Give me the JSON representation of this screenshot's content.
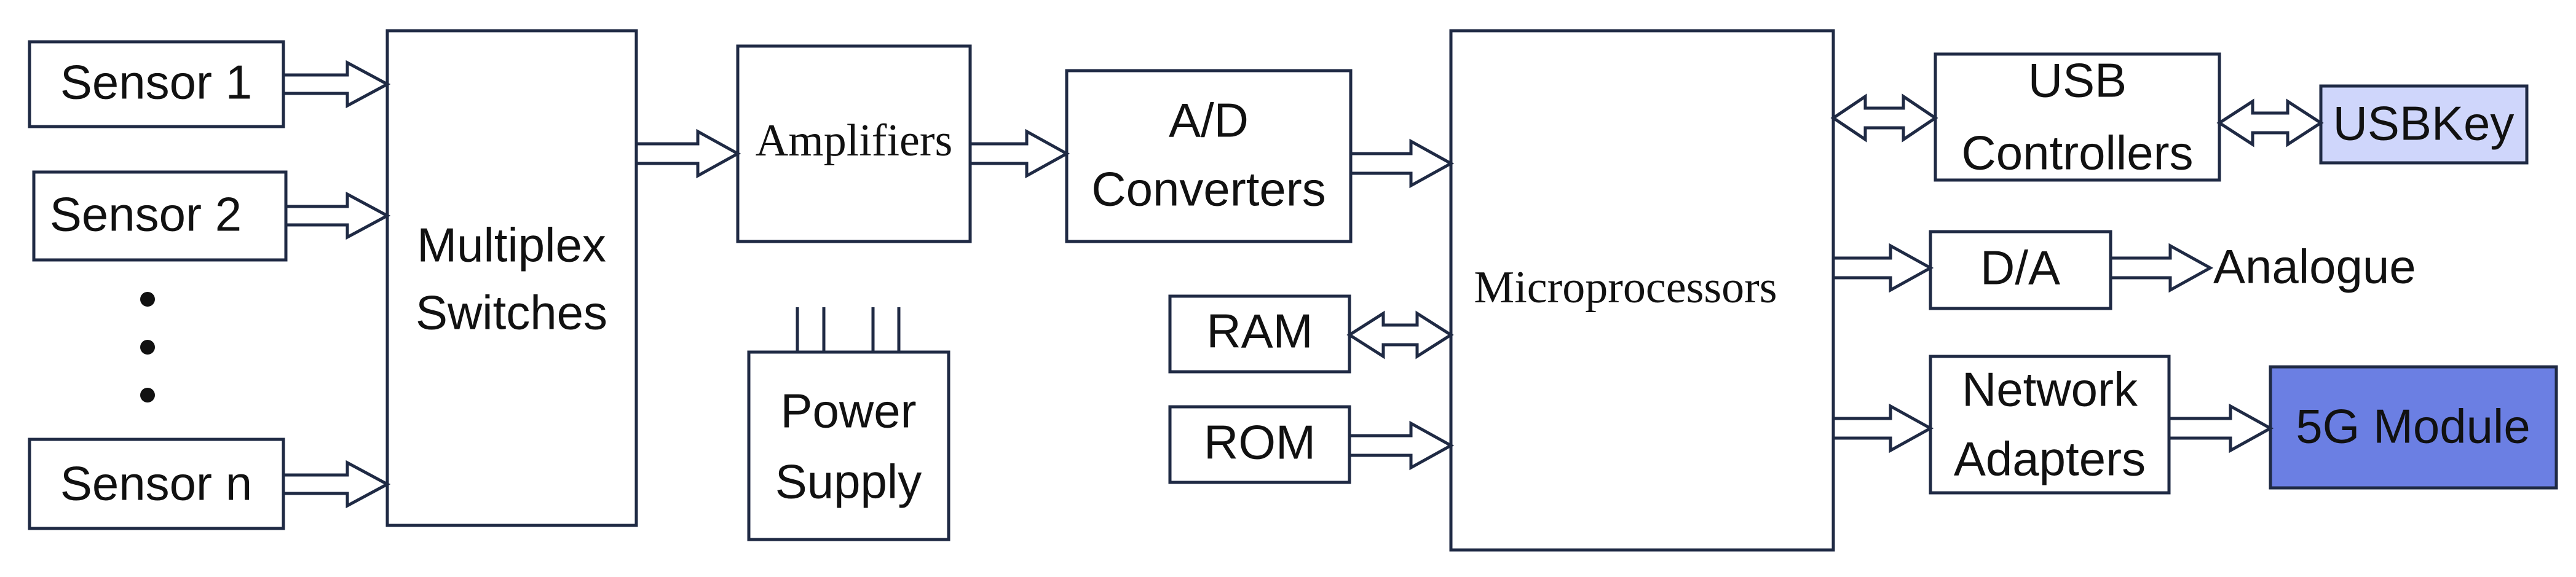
{
  "blocks": {
    "sensor_1": "Sensor 1",
    "sensor_2": "Sensor 2",
    "sensor_n": "Sensor n",
    "multiplex_line1": "Multiplex",
    "multiplex_line2": "Switches",
    "amplifiers": "Amplifiers",
    "ad_line1": "A/D",
    "ad_line2": "Converters",
    "power_line1": "Power",
    "power_line2": "Supply",
    "ram": "RAM",
    "rom": "ROM",
    "microprocessors": "Microprocessors",
    "usb_line1": "USB",
    "usb_line2": "Controllers",
    "usbkey": "USBKey",
    "da": "D/A",
    "analogue": "Analogue",
    "network_line1": "Network",
    "network_line2": "Adapters",
    "g5_module": "5G Module"
  },
  "colors": {
    "usbkey_fill": "#cfd6fb",
    "g5_fill": "#6b7fe3",
    "stroke": "#1f2a44"
  }
}
